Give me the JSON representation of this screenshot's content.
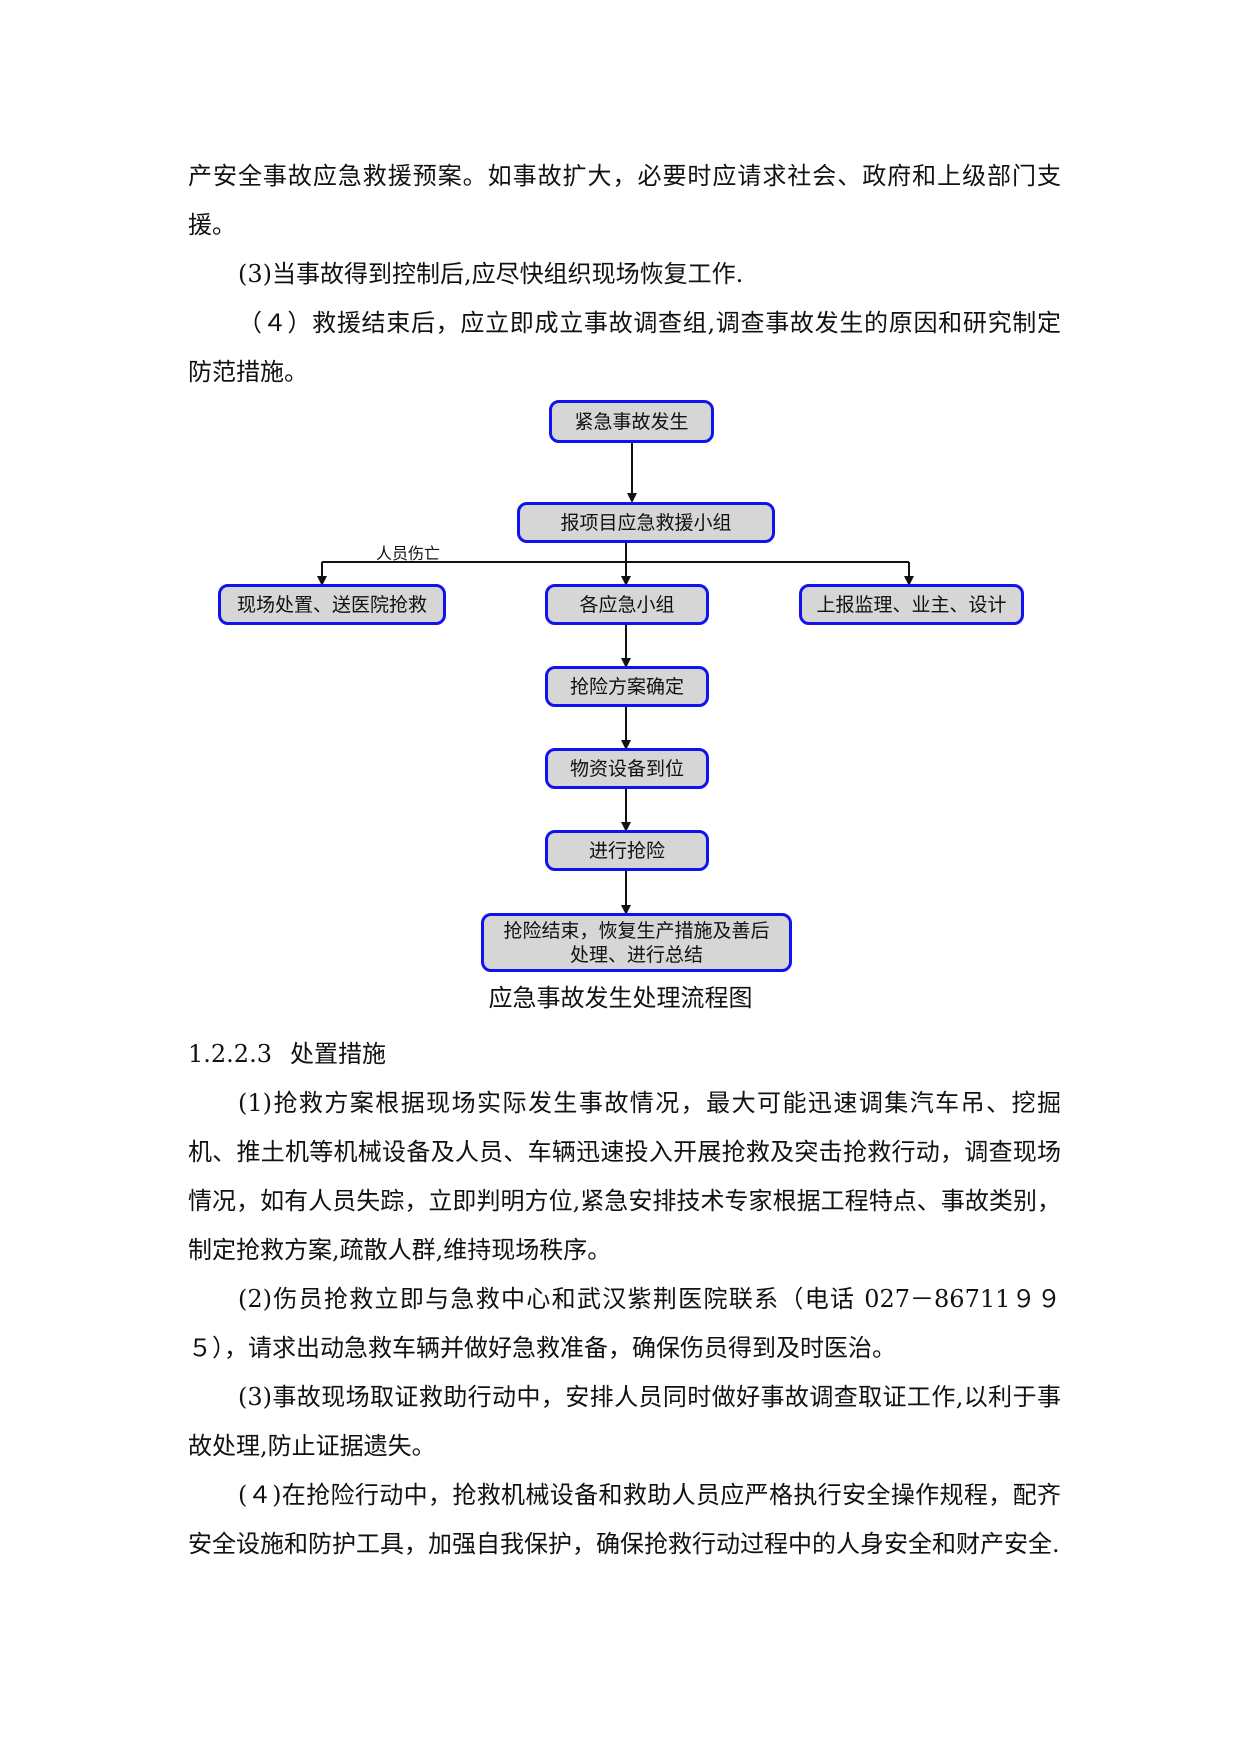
{
  "paragraphs_top": [
    {
      "text": "产安全事故应急救援预案。如事故扩大，必要时应请求社会、政府和上级部门支援。"
    },
    {
      "text": "(3)当事故得到控制后,应尽快组织现场恢复工作."
    },
    {
      "text": "（４）救援结束后，应立即成立事故调查组,调查事故发生的原因和研究制定防范措施。"
    }
  ],
  "flowchart": {
    "nodes": {
      "start": "紧急事故发生",
      "report": "报项目应急救援小组",
      "left": "现场处置、送医院抢救",
      "center": "各应急小组",
      "right": "上报监理、业主、设计",
      "plan": "抢险方案确定",
      "material": "物资设备到位",
      "rescue": "进行抢险",
      "end_line1": "抢险结束，恢复生产措施及善后",
      "end_line2": "处理、进行总结"
    },
    "edge_label_casualty": "人员伤亡",
    "caption": "应急事故发生处理流程图"
  },
  "section": {
    "number": "1.2.2.3",
    "title": "处置措施"
  },
  "paragraphs_bottom": [
    {
      "text": "(1)抢救方案根据现场实际发生事故情况，最大可能迅速调集汽车吊、挖掘机、推土机等机械设备及人员、车辆迅速投入开展抢救及突击抢救行动，调查现场情况，如有人员失踪，立即判明方位,紧急安排技术专家根据工程特点、事故类别，制定抢救方案,疏散人群,维持现场秩序。"
    },
    {
      "text": "(2)伤员抢救立即与急救中心和武汉紫荆医院联系（电话 027－86711９９５），请求出动急救车辆并做好急救准备，确保伤员得到及时医治。"
    },
    {
      "text": "(3)事故现场取证救助行动中，安排人员同时做好事故调查取证工作,以利于事故处理,防止证据遗失。"
    },
    {
      "text": "(４)在抢险行动中，抢救机械设备和救助人员应严格执行安全操作规程，配齐安全设施和防护工具，加强自我保护，确保抢救行动过程中的人身安全和财产安全."
    }
  ],
  "colors": {
    "box_fill": "#d6d6d6",
    "box_border": "#1212ee",
    "text": "#111111"
  }
}
